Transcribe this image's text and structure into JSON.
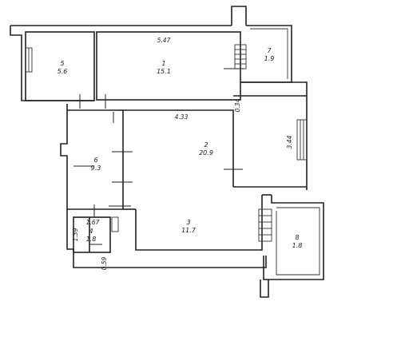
{
  "rooms": [
    {
      "number": "1",
      "area": "15.1"
    },
    {
      "number": "2",
      "area": "20.9"
    },
    {
      "number": "3",
      "area": "11.7"
    },
    {
      "number": "4",
      "area": "1.8"
    },
    {
      "number": "5",
      "area": "5.6"
    },
    {
      "number": "6",
      "area": "9.3"
    },
    {
      "number": "7",
      "area": "1.9"
    },
    {
      "number": "8",
      "area": "1.8"
    }
  ],
  "dimensions": {
    "room1_width": "5.47",
    "room2_width": "4.33",
    "room2_gap": "0.34",
    "room2_height": "3.44",
    "wc_width": "1.67",
    "wc_height": "1.39",
    "wc_depth": "0.59"
  }
}
